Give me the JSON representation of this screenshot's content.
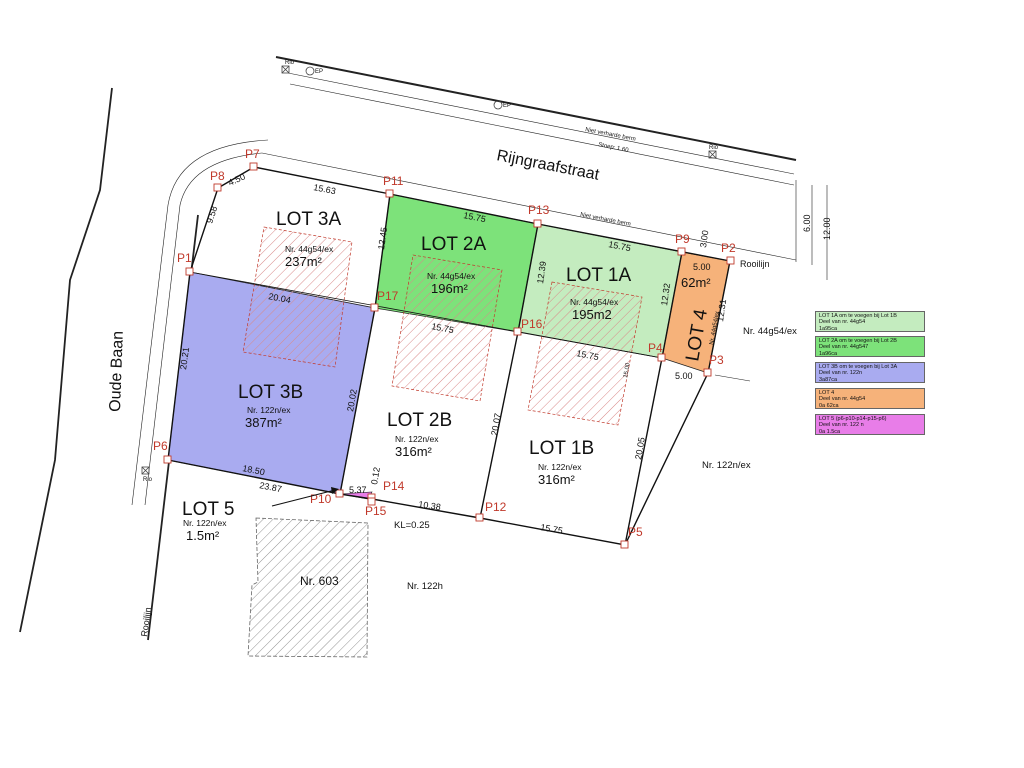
{
  "street": {
    "name": "Rijngraafstraat",
    "verge_1": "Niet verharde berm",
    "verge_2": "Niet verharde berm",
    "sidewalk": "Stoep: 1.60"
  },
  "side_street": {
    "name": "Oude Baan"
  },
  "labels": {
    "rooilijn": "Rooilijn",
    "rio": "Rio",
    "ep": "EP",
    "kl": "KL=0.25"
  },
  "points": [
    "P1",
    "P2",
    "P3",
    "P4",
    "P5",
    "P6",
    "P7",
    "P8",
    "P9",
    "P10",
    "P11",
    "P12",
    "P13",
    "P14",
    "P15",
    "P16",
    "P17"
  ],
  "lots": {
    "lot_3a": {
      "name": "LOT 3A",
      "parcel": "Nr. 44g54/ex",
      "area": "237m²",
      "color": "#ffffff"
    },
    "lot_2a": {
      "name": "LOT 2A",
      "parcel": "Nr. 44g54/ex",
      "area": "196m²",
      "color": "#7de27a"
    },
    "lot_1a": {
      "name": "LOT 1A",
      "parcel": "Nr. 44g54/ex",
      "area": "195m2",
      "color": "#c4ecbf"
    },
    "lot_4": {
      "name": "LOT 4",
      "parcel": "Nr. 44g54/ex",
      "area": "62m²",
      "color": "#f6b27a"
    },
    "lot_3b": {
      "name": "LOT 3B",
      "parcel": "Nr. 122n/ex",
      "area": "387m²",
      "color": "#a9abf0"
    },
    "lot_2b": {
      "name": "LOT 2B",
      "parcel": "Nr. 122n/ex",
      "area": "316m²",
      "color": "#ffffff"
    },
    "lot_1b": {
      "name": "LOT 1B",
      "parcel": "Nr. 122n/ex",
      "area": "316m²",
      "color": "#ffffff"
    },
    "lot_5": {
      "name": "LOT 5",
      "parcel": "Nr. 122n/ex",
      "area": "1.5m²",
      "color": "#e87de8"
    }
  },
  "dimensions": [
    "4.50",
    "15.63",
    "9.58",
    "12.45",
    "15.75",
    "15.75",
    "3.00",
    "5.00",
    "6.00",
    "12.00",
    "20.04",
    "15.75",
    "15.75",
    "12.39",
    "12.32",
    "12.31",
    "20.21",
    "20.02",
    "20.07",
    "20.05",
    "18.50",
    "23.87",
    "5.37",
    "0.12",
    "10.38",
    "15.75",
    "5.00",
    "15.00"
  ],
  "neighbours": {
    "east_top": "Nr. 44g54/ex",
    "east_bottom": "Nr. 122n/ex",
    "building": "Nr. 603",
    "south": "Nr. 122h"
  },
  "legend": [
    {
      "color": "#c4ecbf",
      "lines": [
        "LOT 1A om te voegen bij Lot 1B",
        "Deel van nr. 44g54",
        "1a95ca"
      ]
    },
    {
      "color": "#7de27a",
      "lines": [
        "LOT 2A om te voegen bij Lot 2B",
        "Deel van nr. 44g547",
        "1a96ca"
      ]
    },
    {
      "color": "#a9abf0",
      "lines": [
        "LOT 3B om te voegen bij Lot 3A",
        "Deel van nr. 122n",
        "3a87ca"
      ]
    },
    {
      "color": "#f6b27a",
      "lines": [
        "LOT 4",
        "Deel van nr. 44g54",
        "0a 62ca"
      ]
    },
    {
      "color": "#e87de8",
      "lines": [
        "LOT 5  (p6-p10-p14-p15-p6)",
        "Deel van nr. 122 n",
        "0a 1.5ca"
      ]
    }
  ]
}
